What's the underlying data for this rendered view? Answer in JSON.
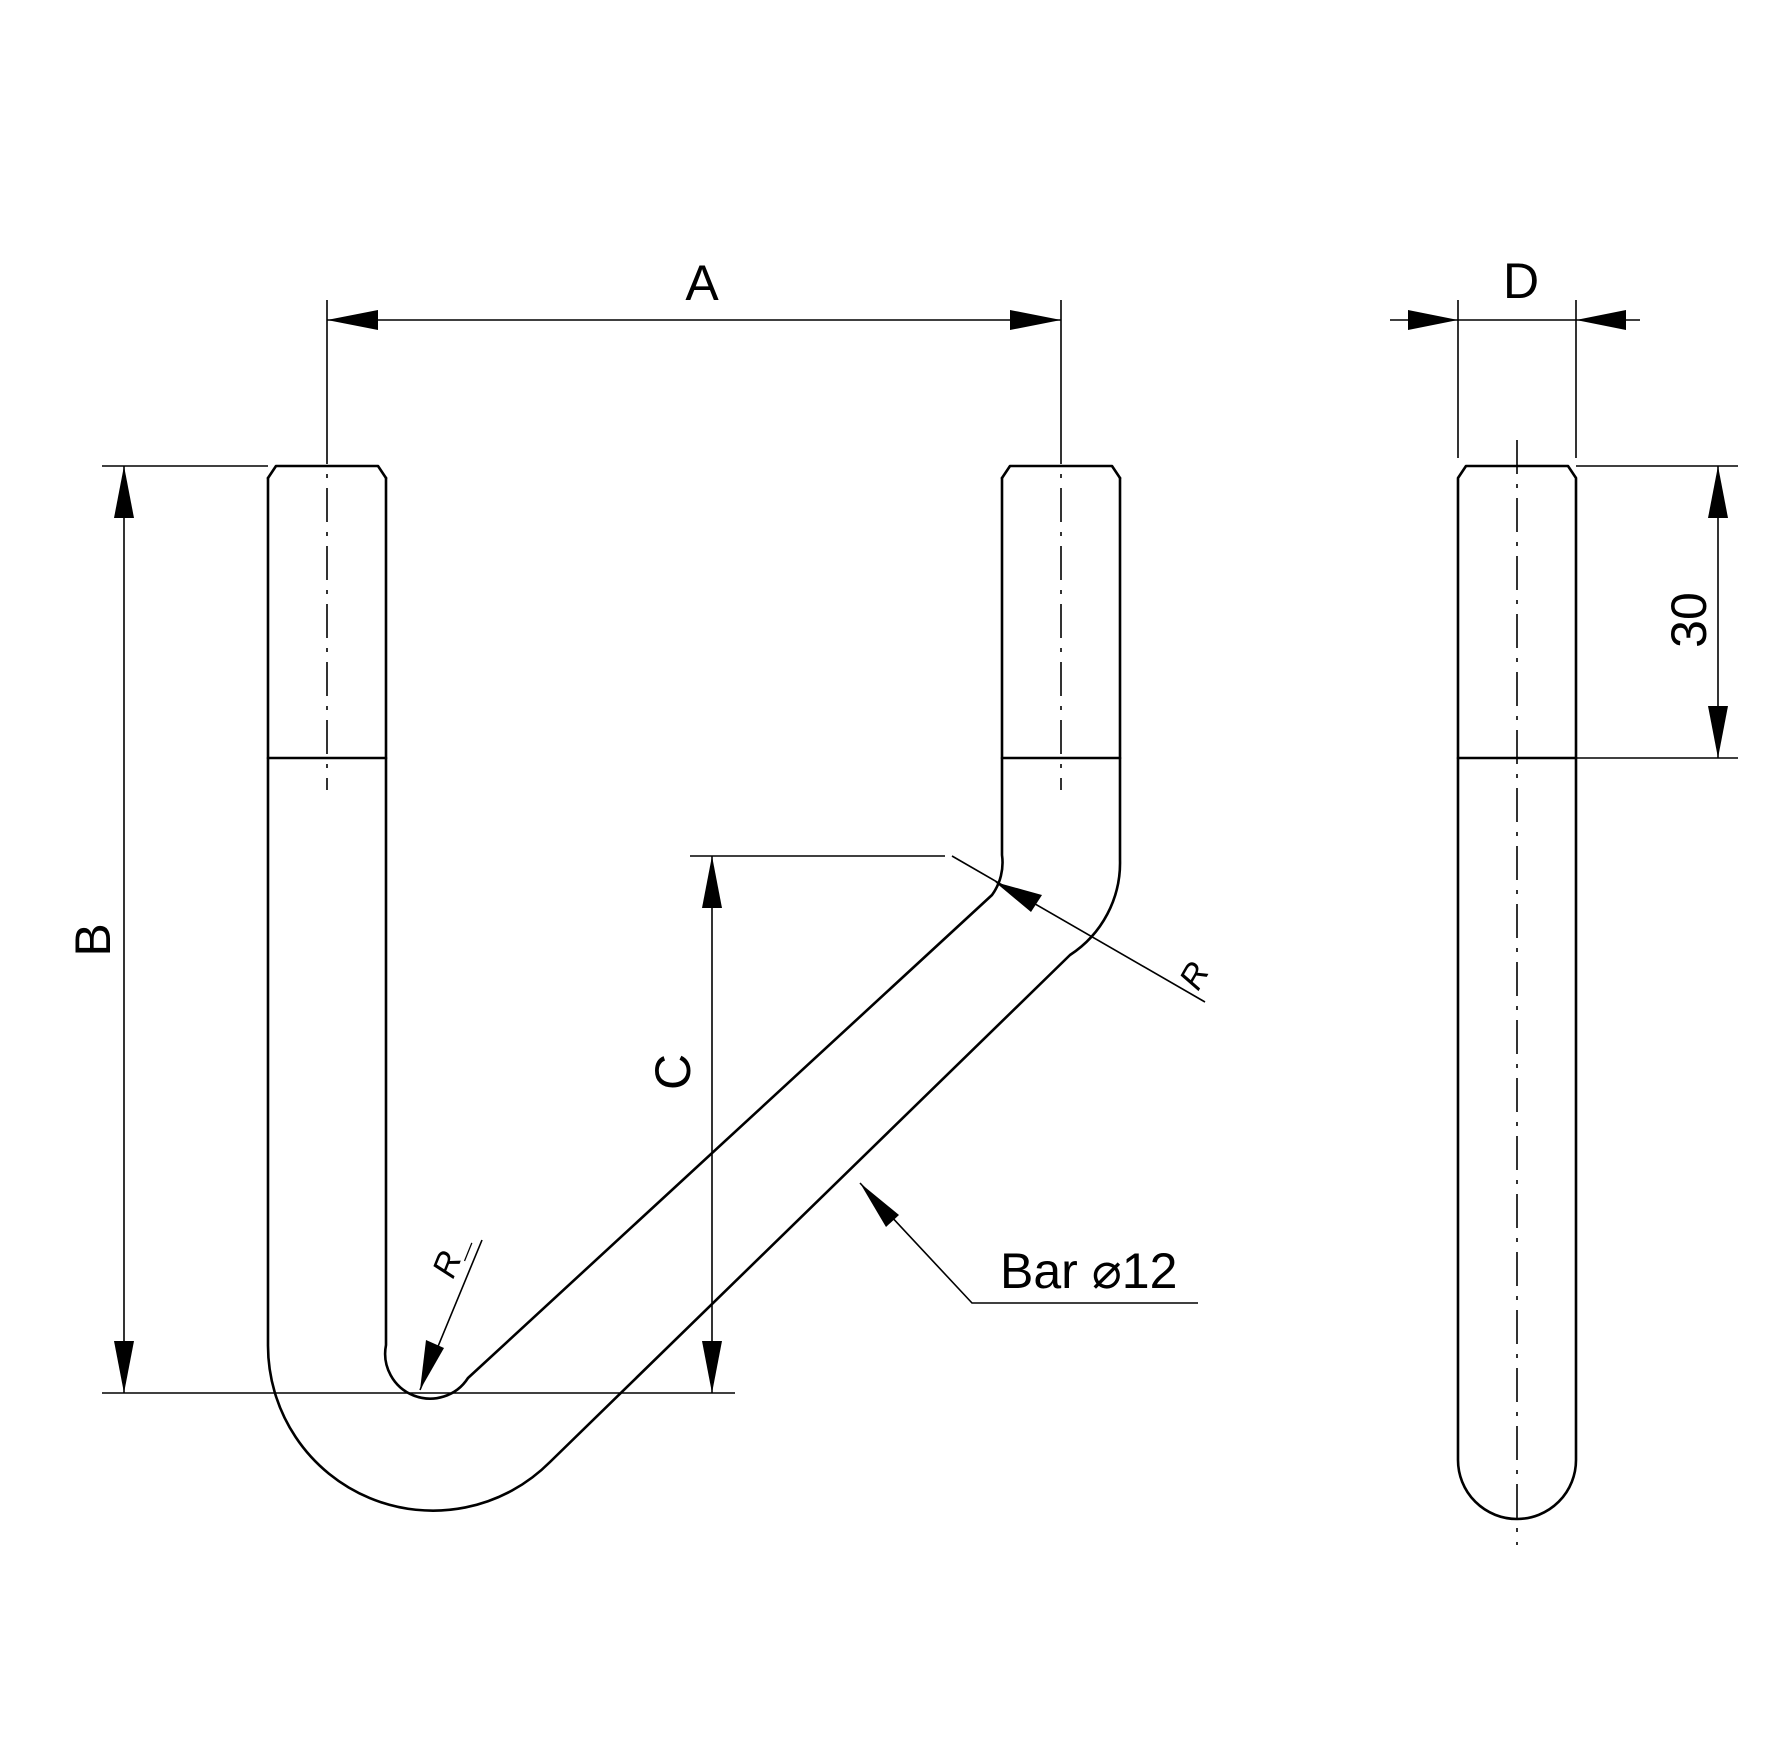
{
  "labels": {
    "dim_a": "A",
    "dim_b": "B",
    "dim_c": "C",
    "dim_d": "D",
    "dim_thread": "30",
    "radius_inner": "R_",
    "radius_outer": "R",
    "bar": "Bar ⌀12"
  }
}
